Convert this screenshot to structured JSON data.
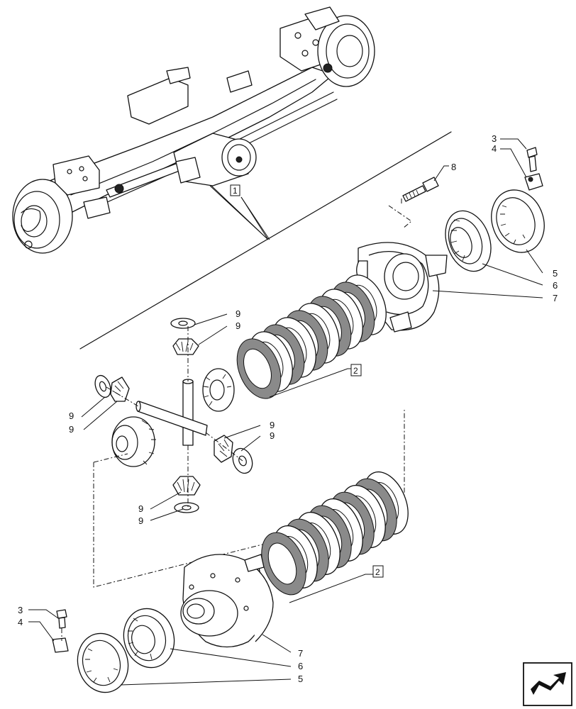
{
  "diagram": {
    "callouts": {
      "n1": "1",
      "n2a": "2",
      "n2b": "2",
      "n3a": "3",
      "n4a": "4",
      "n5a": "5",
      "n6a": "6",
      "n7a": "7",
      "n8": "8",
      "n3b": "3",
      "n4b": "4",
      "n5b": "5",
      "n6b": "6",
      "n7b": "7",
      "n9a": "9",
      "n9b": "9",
      "n9c": "9",
      "n9d": "9",
      "n9e": "9",
      "n9f": "9",
      "n9g": "9",
      "n9h": "9"
    },
    "icons": {
      "nav": "next-page-arrow-icon"
    }
  }
}
